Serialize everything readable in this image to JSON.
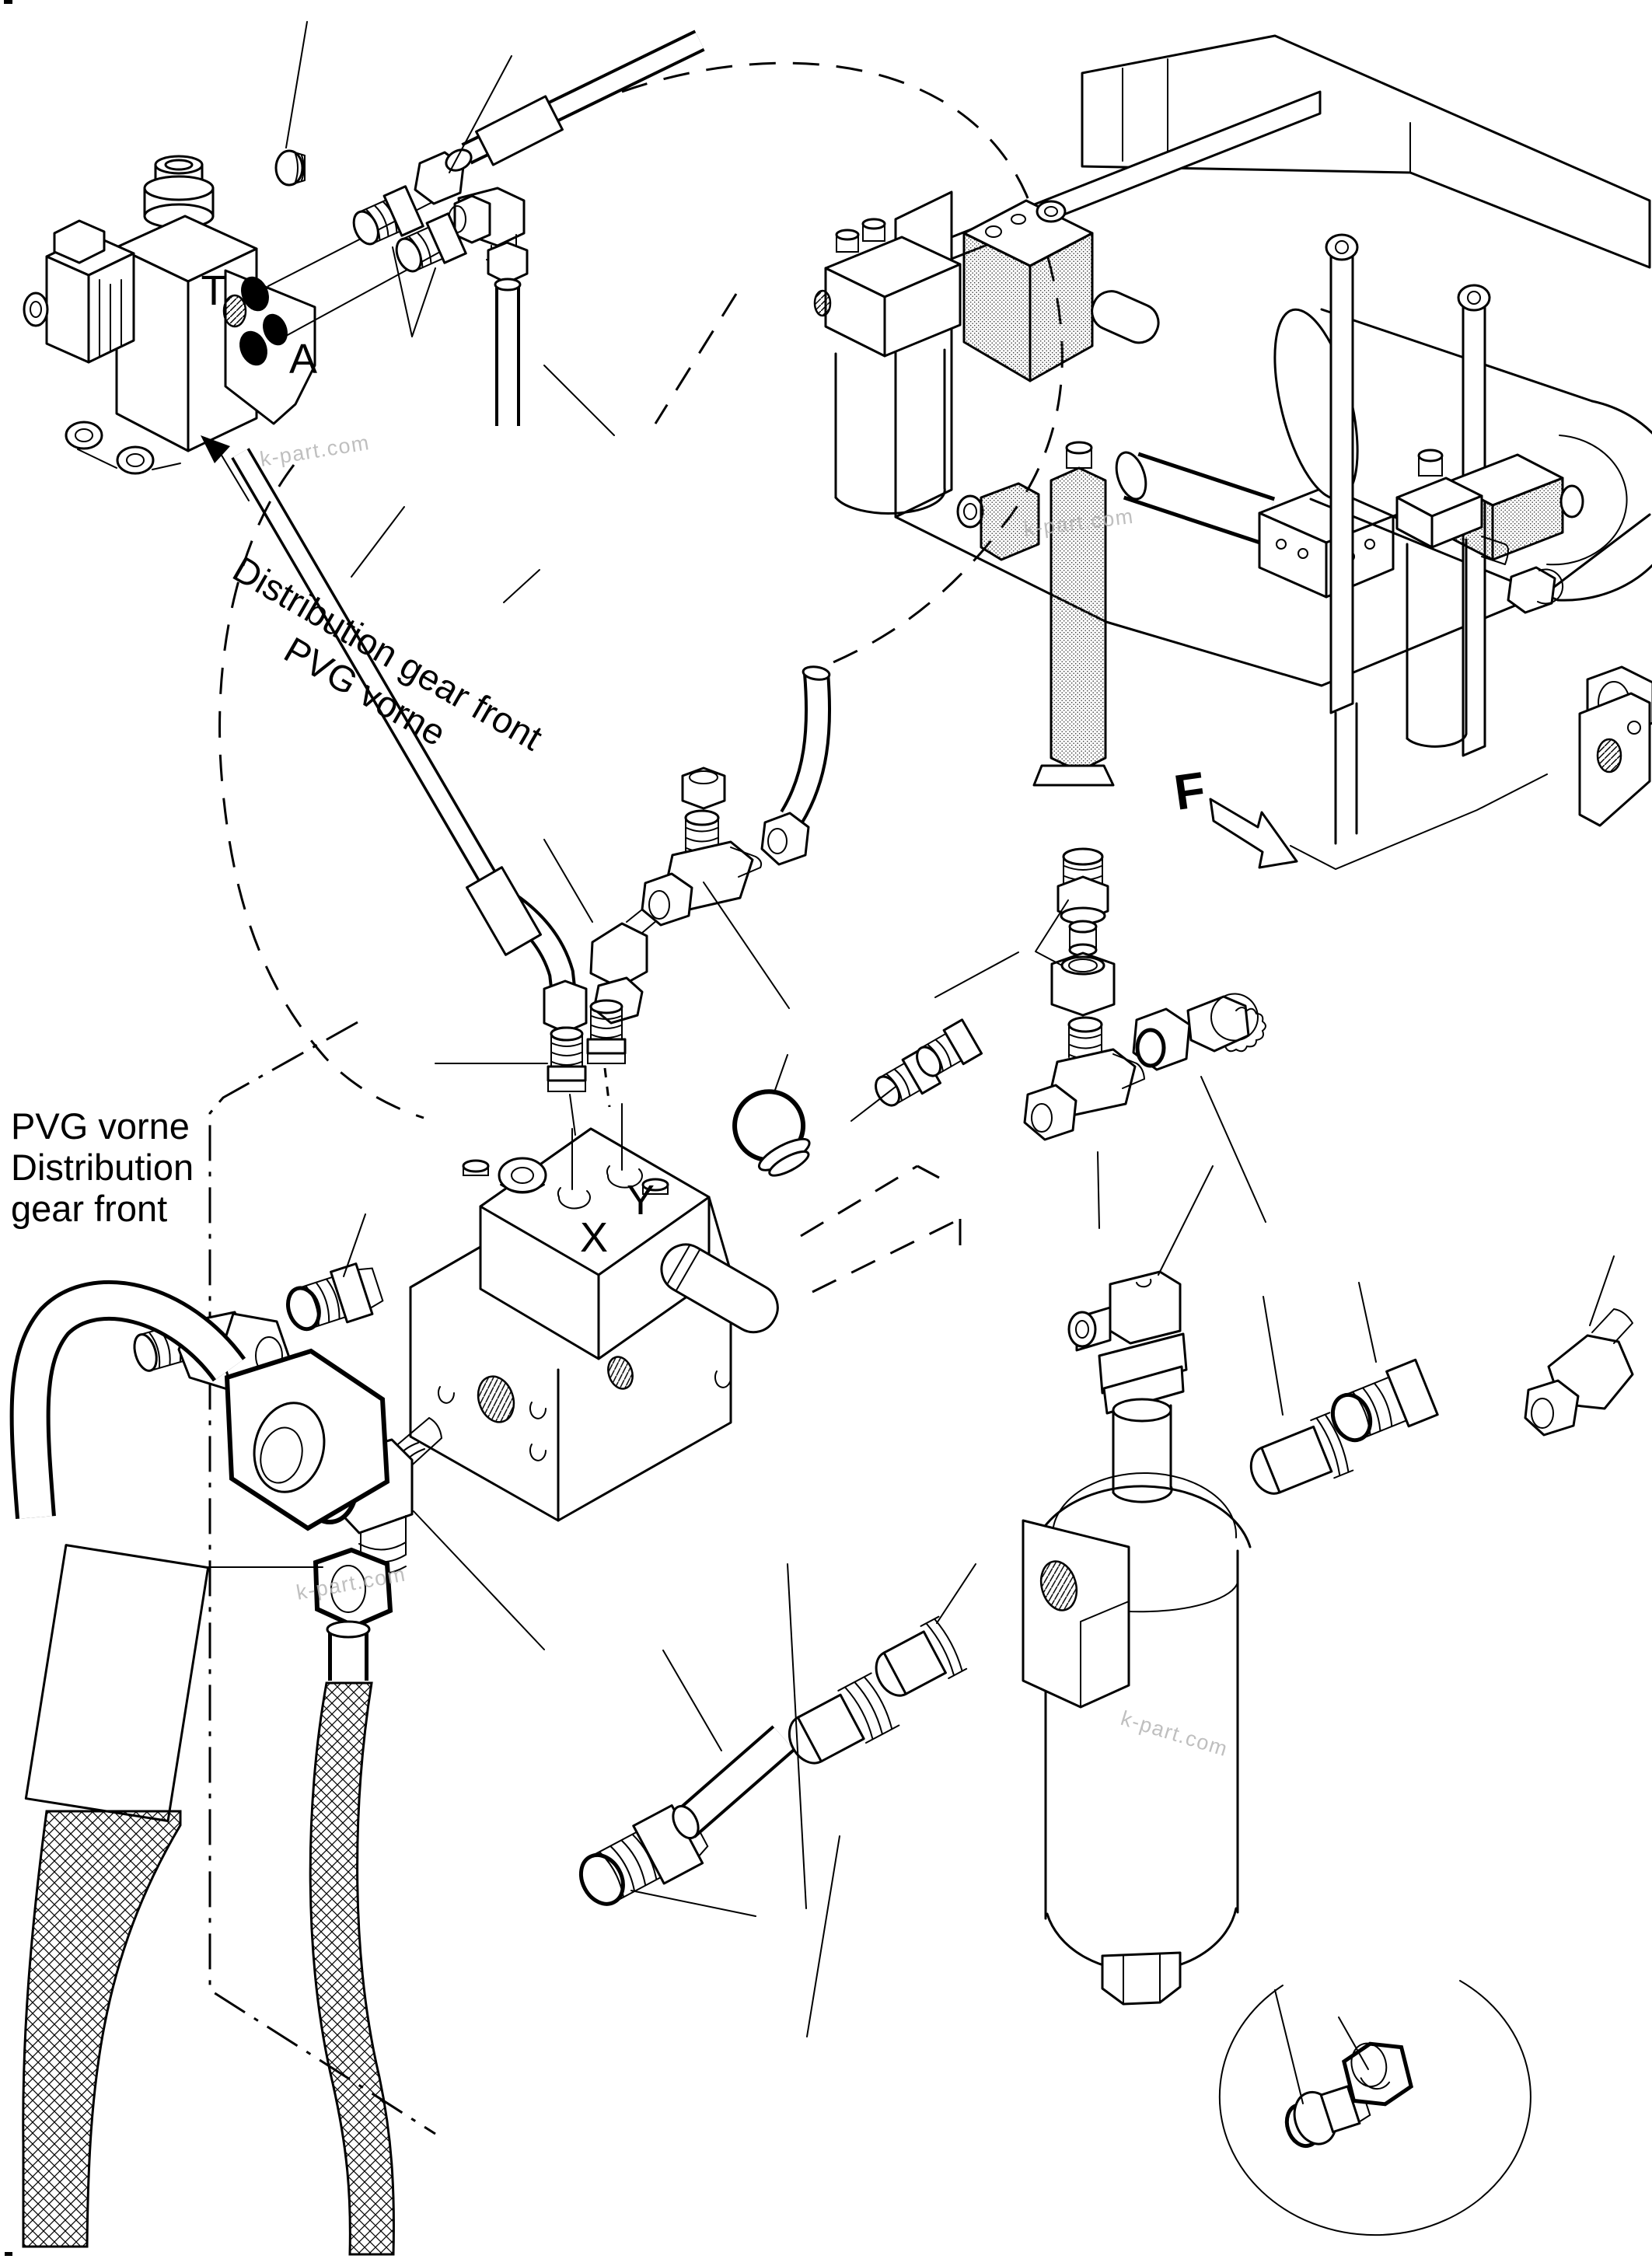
{
  "page": {
    "background": "#ffffff",
    "line_color": "#000000",
    "watermark_color": "#b4b4b4"
  },
  "labels": {
    "port_t": "T",
    "port_a": "A",
    "port_x": "X",
    "port_y": "Y",
    "view_f": "F",
    "callout_diag_line1": "Distribution gear front",
    "callout_diag_line2": "PVG vorne",
    "callout_left_line1": "PVG vorne",
    "callout_left_line2": "Distribution",
    "callout_left_line3": "gear front",
    "watermark": "k-part.com"
  }
}
